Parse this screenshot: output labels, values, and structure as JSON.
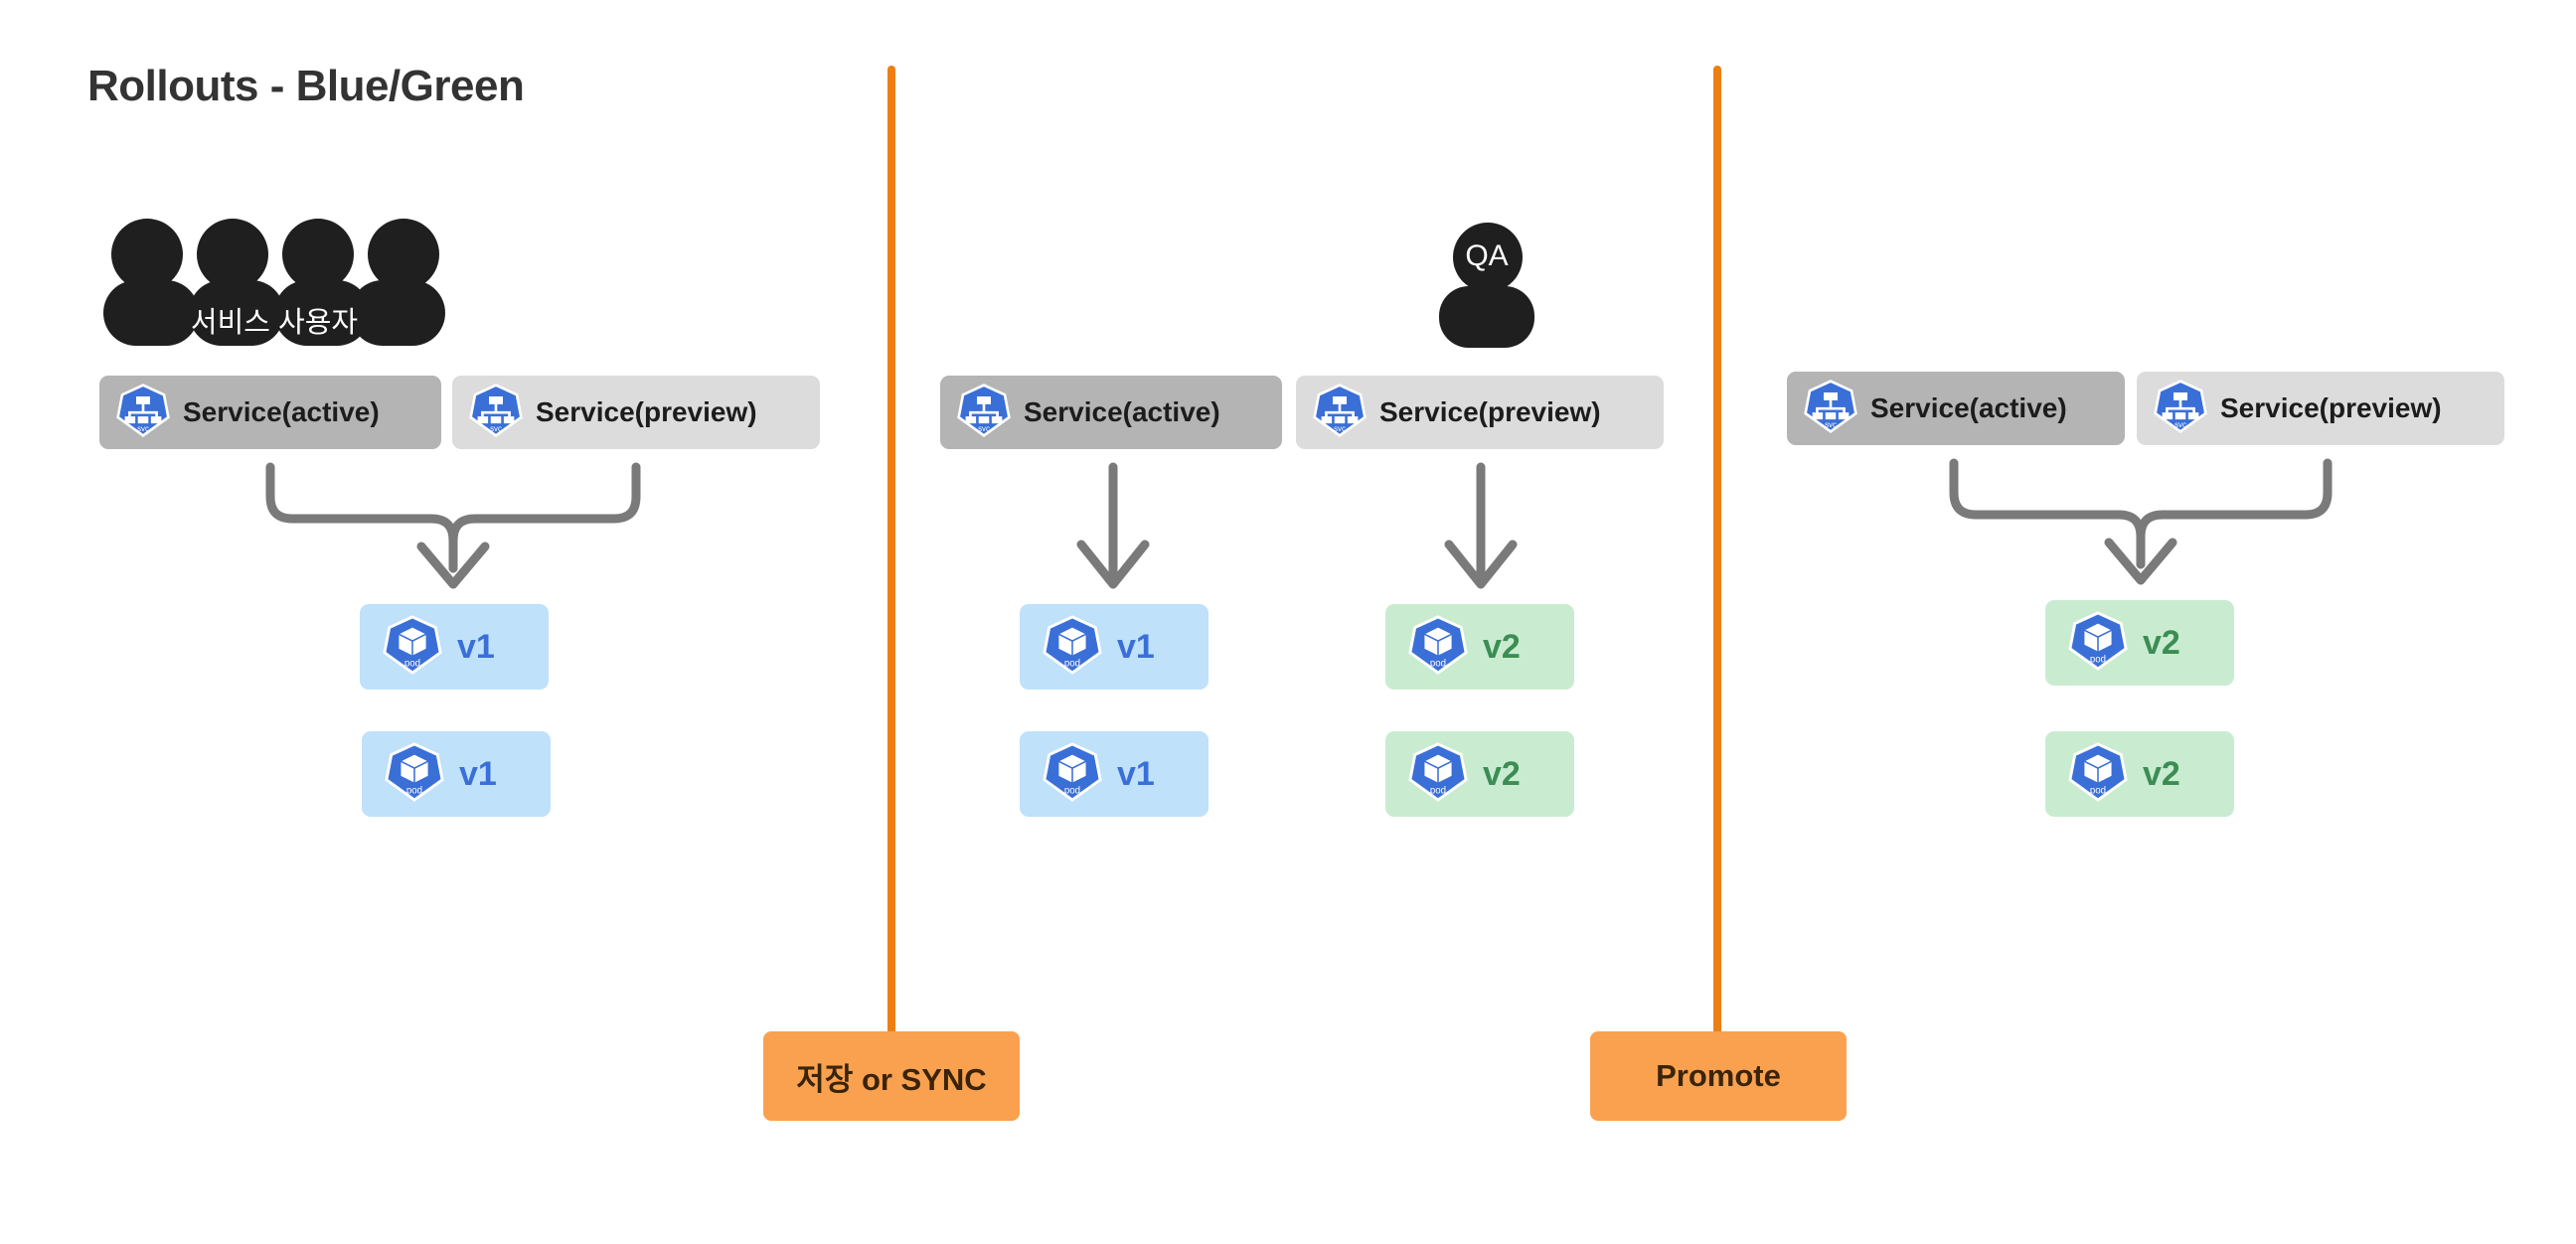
{
  "page": {
    "title": "Rollouts - Blue/Green",
    "background_color": "#ffffff"
  },
  "colors": {
    "divider_orange": "#ec7f14",
    "action_orange": "#f9a14f",
    "service_active_gray": "#b4b4b4",
    "service_preview_gray": "#dcdcdc",
    "pod_blue_bg": "#bfe1fa",
    "pod_green_bg": "#c9ecd1",
    "pod_blue_text": "#3a6fd8",
    "pod_green_text": "#3c8d53",
    "k8s_blue": "#3a6fd8",
    "arrow_gray": "#7a7a7a",
    "person_black": "#1f1f1f",
    "title_text": "#333333"
  },
  "stages": [
    {
      "id": "stage-1",
      "actor": {
        "type": "user-group",
        "label": "서비스 사용자",
        "count": 4
      },
      "services": [
        {
          "name": "service-active",
          "label": "Service(active)",
          "icon": "k8s-svc-icon",
          "state": "active"
        },
        {
          "name": "service-preview",
          "label": "Service(preview)",
          "icon": "k8s-svc-icon",
          "state": "preview"
        }
      ],
      "routing": "both-services-converge-to-one-arrow",
      "pods": [
        {
          "label": "v1",
          "icon": "k8s-pod-icon",
          "color": "blue"
        },
        {
          "label": "v1",
          "icon": "k8s-pod-icon",
          "color": "blue"
        }
      ]
    },
    {
      "id": "stage-2",
      "actor": {
        "type": "qa-user",
        "label": "QA",
        "count": 1
      },
      "services": [
        {
          "name": "service-active",
          "label": "Service(active)",
          "icon": "k8s-svc-icon",
          "state": "active"
        },
        {
          "name": "service-preview",
          "label": "Service(preview)",
          "icon": "k8s-svc-icon",
          "state": "preview"
        }
      ],
      "routing": "each-service-has-its-own-arrow",
      "pods": [
        {
          "label": "v1",
          "icon": "k8s-pod-icon",
          "color": "blue"
        },
        {
          "label": "v1",
          "icon": "k8s-pod-icon",
          "color": "blue"
        },
        {
          "label": "v2",
          "icon": "k8s-pod-icon",
          "color": "green"
        },
        {
          "label": "v2",
          "icon": "k8s-pod-icon",
          "color": "green"
        }
      ]
    },
    {
      "id": "stage-3",
      "actor": null,
      "services": [
        {
          "name": "service-active",
          "label": "Service(active)",
          "icon": "k8s-svc-icon",
          "state": "active"
        },
        {
          "name": "service-preview",
          "label": "Service(preview)",
          "icon": "k8s-svc-icon",
          "state": "preview"
        }
      ],
      "routing": "both-services-converge-to-one-arrow",
      "pods": [
        {
          "label": "v2",
          "icon": "k8s-pod-icon",
          "color": "green"
        },
        {
          "label": "v2",
          "icon": "k8s-pod-icon",
          "color": "green"
        }
      ]
    }
  ],
  "transitions": [
    {
      "id": "transition-1",
      "label": "저장 or SYNC"
    },
    {
      "id": "transition-2",
      "label": "Promote"
    }
  ],
  "icons": {
    "k8s_svc": {
      "name": "k8s-svc-icon",
      "caption": "svc"
    },
    "k8s_pod": {
      "name": "k8s-pod-icon",
      "caption": "pod"
    }
  }
}
